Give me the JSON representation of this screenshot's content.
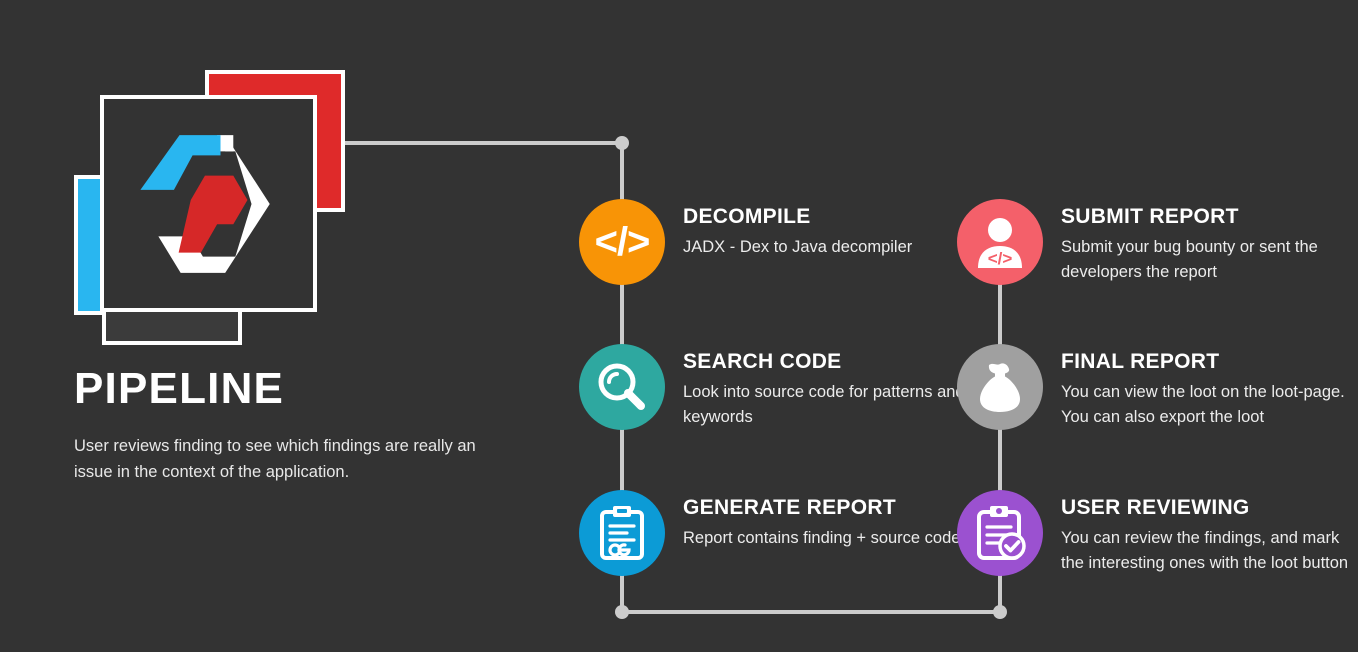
{
  "theme": {
    "background": "#333333",
    "connector_color": "#cccccc",
    "text_primary": "#ffffff",
    "text_secondary": "#ececec"
  },
  "logo": {
    "name": "stacked-cards-hexagon-logo",
    "card_blue": "#29b6f0",
    "card_red": "#df2a2a",
    "card_main": "#333333",
    "glyph_white": "#ffffff",
    "glyph_blue": "#29b6f0",
    "glyph_red": "#d62828"
  },
  "header": {
    "title": "PIPELINE",
    "subtitle": "User reviews finding to see which findings are really an issue in the context of the application."
  },
  "steps": [
    {
      "id": "decompile",
      "title": "DECOMPILE",
      "description": "JADX - Dex to Java decompiler",
      "color": "#f89406",
      "icon": "code-brackets-icon",
      "column": "left",
      "row": 1
    },
    {
      "id": "search-code",
      "title": "SEARCH CODE",
      "description": "Look into source code for patterns and keywords",
      "color": "#2ea8a0",
      "icon": "magnifier-icon",
      "column": "left",
      "row": 2
    },
    {
      "id": "generate-report",
      "title": "GENERATE REPORT",
      "description": "Report contains finding + source code",
      "color": "#0c9bd6",
      "icon": "clipboard-report-icon",
      "column": "left",
      "row": 3
    },
    {
      "id": "submit-report",
      "title": "SUBMIT REPORT",
      "description": "Submit your bug bounty or sent the developers the report",
      "color": "#f4606a",
      "icon": "developer-person-icon",
      "column": "right",
      "row": 1
    },
    {
      "id": "final-report",
      "title": "FINAL REPORT",
      "description": "You can view the loot on the loot-page. You can also export the loot",
      "color": "#a0a0a0",
      "icon": "loot-bag-icon",
      "column": "right",
      "row": 2
    },
    {
      "id": "user-reviewing",
      "title": "USER REVIEWING",
      "description": "You can review the findings, and mark the interesting ones with the loot button",
      "color": "#9b51d0",
      "icon": "clipboard-check-icon",
      "column": "right",
      "row": 3
    }
  ]
}
